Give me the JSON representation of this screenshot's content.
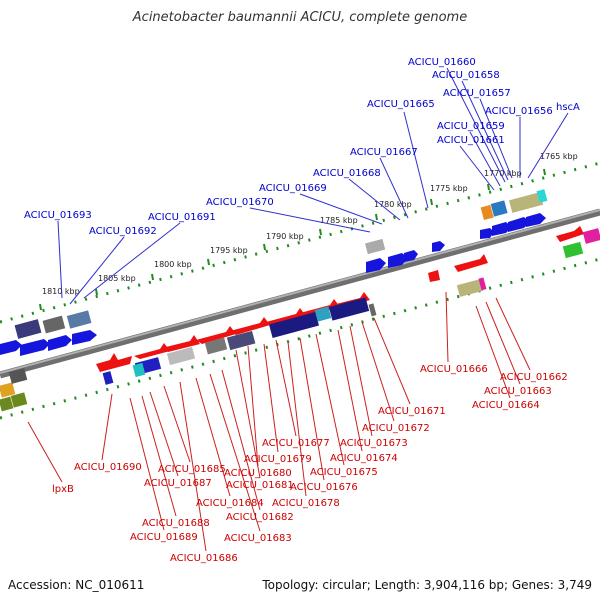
{
  "title": "Acinetobacter baumannii ACICU, complete genome",
  "footer": {
    "accession": "Accession: NC_010611",
    "topology": "Topology: circular; Length: 3,904,116 bp; Genes: 3,749"
  },
  "colors": {
    "upper_labels": "#0000cc",
    "lower_labels": "#cc0000",
    "kbp_ticks": "#228b22",
    "backbone": "#777777",
    "forward_genes": "#0000ee",
    "reverse_genes": "#ee0000"
  },
  "kbp_ticks": [
    "1765 kbp",
    "1770 kbp",
    "1775 kbp",
    "1780 kbp",
    "1785 kbp",
    "1790 kbp",
    "1795 kbp",
    "1800 kbp",
    "1805 kbp",
    "1810 kbp"
  ],
  "upper_genes": [
    "ACICU_01660",
    "ACICU_01658",
    "ACICU_01657",
    "ACICU_01665",
    "ACICU_01656",
    "hscA",
    "ACICU_01659",
    "ACICU_01661",
    "ACICU_01667",
    "ACICU_01668",
    "ACICU_01669",
    "ACICU_01670",
    "ACICU_01693",
    "ACICU_01691",
    "ACICU_01692"
  ],
  "lower_genes": [
    "ACICU_01666",
    "ACICU_01662",
    "ACICU_01663",
    "ACICU_01664",
    "ACICU_01671",
    "ACICU_01672",
    "ACICU_01673",
    "ACICU_01674",
    "ACICU_01677",
    "ACICU_01675",
    "ACICU_01679",
    "ACICU_01676",
    "ACICU_01680",
    "ACICU_01681",
    "ACICU_01678",
    "ACICU_01690",
    "ACICU_01685",
    "ACICU_01687",
    "ACICU_01684",
    "ACICU_01682",
    "ACICU_01688",
    "ACICU_01683",
    "ACICU_01689",
    "ACICU_01686",
    "lpxB"
  ]
}
